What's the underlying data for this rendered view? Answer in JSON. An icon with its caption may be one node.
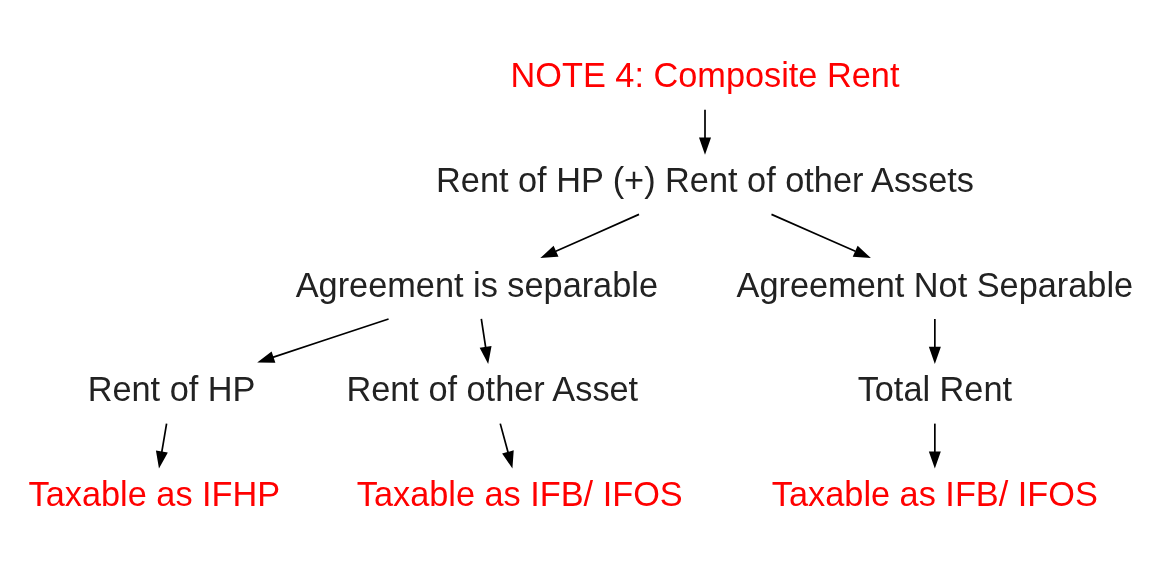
{
  "diagram": {
    "nodes": [
      {
        "text": [
          "NOTE 4: Composite Rent"
        ]
      },
      {
        "text": [
          "Rent of HP (+) Rent of other Assets"
        ]
      },
      {
        "text": [
          "Agreement is separable"
        ]
      },
      {
        "text": [
          "Agreement Not Separable"
        ]
      },
      {
        "text": [
          "Rent of HP"
        ]
      },
      {
        "text": [
          "Rent of other Asset"
        ]
      },
      {
        "text": [
          "Total Rent"
        ]
      },
      {
        "text": [
          "Taxable as IFHP"
        ]
      },
      {
        "text": [
          "Taxable as IFB/ IFOS"
        ]
      },
      {
        "text": [
          "Taxable as IFB/ IFOS"
        ]
      }
    ],
    "edges": [
      {
        "from": 0,
        "to": 1,
        "arrow": "to"
      },
      {
        "from": 1,
        "to": 2,
        "arrow": "to"
      },
      {
        "from": 1,
        "to": 3,
        "arrow": "to"
      },
      {
        "from": 2,
        "to": 4,
        "arrow": "to"
      },
      {
        "from": 2,
        "to": 5,
        "arrow": "to"
      },
      {
        "from": 3,
        "to": 6,
        "arrow": "to"
      },
      {
        "from": 4,
        "to": 7,
        "arrow": "to"
      },
      {
        "from": 5,
        "to": 8,
        "arrow": "to"
      },
      {
        "from": 6,
        "to": 9,
        "arrow": "to"
      }
    ]
  }
}
